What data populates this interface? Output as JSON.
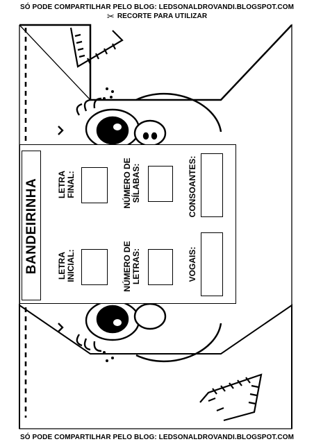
{
  "header": {
    "line1": "SÓ PODE COMPARTILHAR PELO BLOG: LEDSONALDROVANDI.BLOGSPOT.COM",
    "scissors_icon": "scissors-icon",
    "line2": "RECORTE PARA UTILIZAR"
  },
  "footer": {
    "text": "SÓ PODE COMPARTILHAR PELO BLOG: LEDSONALDROVANDI.BLOGSPOT.COM"
  },
  "worksheet": {
    "title": "BANDEIRINHA",
    "fields": {
      "letra_final_1": "LETRA",
      "letra_final_2": "FINAL:",
      "letra_inicial_1": "LETRA",
      "letra_inicial_2": "INICIAL:",
      "silabas_1": "NÚMERO DE",
      "silabas_2": "SÍLABAS:",
      "letras_1": "NÚMERO DE",
      "letras_2": "LETRAS:",
      "consoantes": "CONSOANTES:",
      "vogais": "VOGAIS:"
    }
  }
}
